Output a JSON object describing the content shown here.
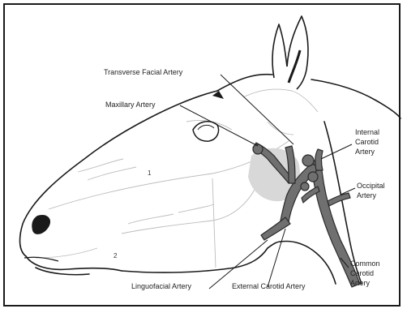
{
  "labels": {
    "transverse_facial_artery": "Transverse Facial Artery",
    "maxillary_artery": "Maxillary Artery",
    "internal_carotid_1": "Internal",
    "internal_carotid_2": "Carotid",
    "internal_carotid_3": "Artery",
    "occipital_1": "Occipital",
    "occipital_2": "Artery",
    "common_carotid_1": "Common",
    "common_carotid_2": "Carotid",
    "common_carotid_3": "Artery",
    "linguofacial_artery": "Linguofacial Artery",
    "external_carotid_artery": "External Carotid Artery",
    "marker_1": "1",
    "marker_2": "2"
  },
  "colors": {
    "outline": "#1a1a1a",
    "artery": "#707070",
    "artery_edge": "#2a2a2a",
    "gland": "#d8d8d8",
    "faint": "#bdbdbd"
  }
}
